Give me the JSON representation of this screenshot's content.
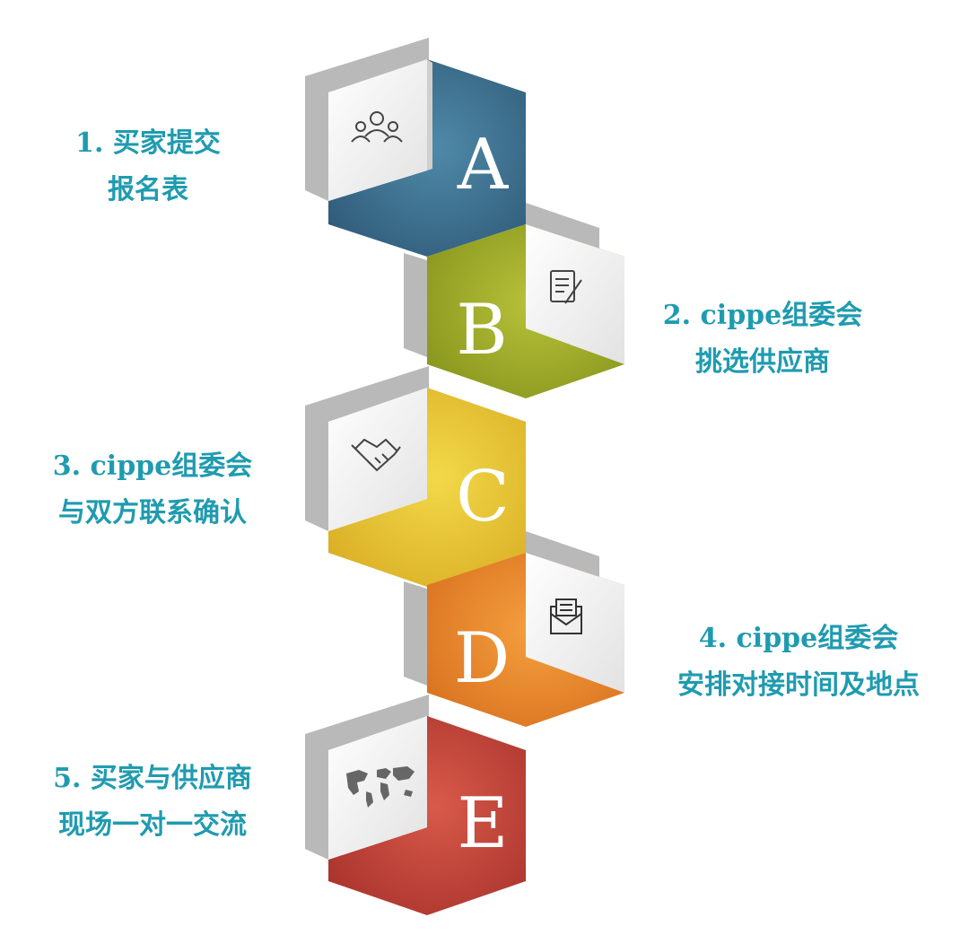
{
  "accent_text_color": "#1f9bb0",
  "steps": [
    {
      "letter": "A",
      "icon": "people-group-icon",
      "color": "#3f6f8f",
      "label_line1": "1. 买家提交",
      "label_line2": "报名表"
    },
    {
      "letter": "B",
      "icon": "document-pen-icon",
      "color": "#a2ad26",
      "label_line1": "2. cippe组委会",
      "label_line2": "挑选供应商"
    },
    {
      "letter": "C",
      "icon": "handshake-icon",
      "color": "#e4c230",
      "label_line1": "3. cippe组委会",
      "label_line2": "与双方联系确认"
    },
    {
      "letter": "D",
      "icon": "envelope-letter-icon",
      "color": "#e98a2c",
      "label_line1": "4. cippe组委会",
      "label_line2": "安排对接时间及地点"
    },
    {
      "letter": "E",
      "icon": "world-map-icon",
      "color": "#c2423a",
      "label_line1": "5. 买家与供应商",
      "label_line2": "现场一对一交流"
    }
  ]
}
